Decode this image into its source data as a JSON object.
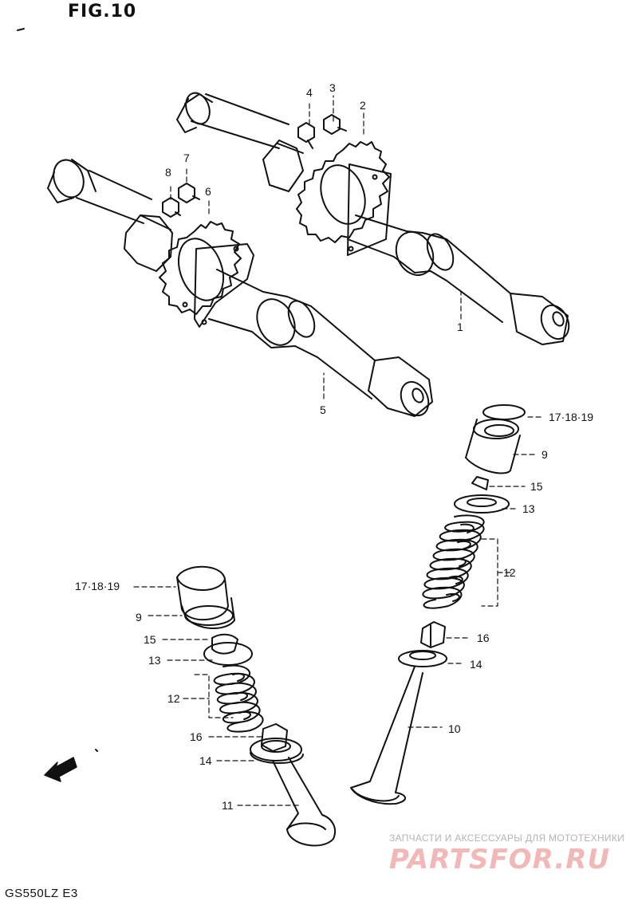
{
  "figure": {
    "title": "FIG.10",
    "model_code": "GS550LZ E3"
  },
  "watermark": {
    "line": "ЗАПЧАСТИ И АКСЕССУАРЫ ДЛЯ МОТОТЕХНИКИ",
    "brand": "PARTSFOR.RU",
    "colors": {
      "line": "#b4b4b4",
      "brand": "#f2b8b8"
    }
  },
  "callouts": [
    {
      "id": "c1",
      "text": "1"
    },
    {
      "id": "c2",
      "text": "2"
    },
    {
      "id": "c3",
      "text": "3"
    },
    {
      "id": "c4",
      "text": "4"
    },
    {
      "id": "c5",
      "text": "5"
    },
    {
      "id": "c6",
      "text": "6"
    },
    {
      "id": "c7",
      "text": "7"
    },
    {
      "id": "c8",
      "text": "8"
    },
    {
      "id": "c9a",
      "text": "9"
    },
    {
      "id": "c9b",
      "text": "9"
    },
    {
      "id": "c10",
      "text": "10"
    },
    {
      "id": "c11",
      "text": "11"
    },
    {
      "id": "c12a",
      "text": "12"
    },
    {
      "id": "c12b",
      "text": "12"
    },
    {
      "id": "c13a",
      "text": "13"
    },
    {
      "id": "c13b",
      "text": "13"
    },
    {
      "id": "c14a",
      "text": "14"
    },
    {
      "id": "c14b",
      "text": "14"
    },
    {
      "id": "c15a",
      "text": "15"
    },
    {
      "id": "c15b",
      "text": "15"
    },
    {
      "id": "c16a",
      "text": "16"
    },
    {
      "id": "c16b",
      "text": "16"
    },
    {
      "id": "c17a",
      "text": "17·18·19"
    },
    {
      "id": "c17b",
      "text": "17·18·19"
    }
  ],
  "icons": {
    "direction_arrow": "front-arrow-icon"
  },
  "colors": {
    "ink": "#111111",
    "paper": "#ffffff"
  }
}
